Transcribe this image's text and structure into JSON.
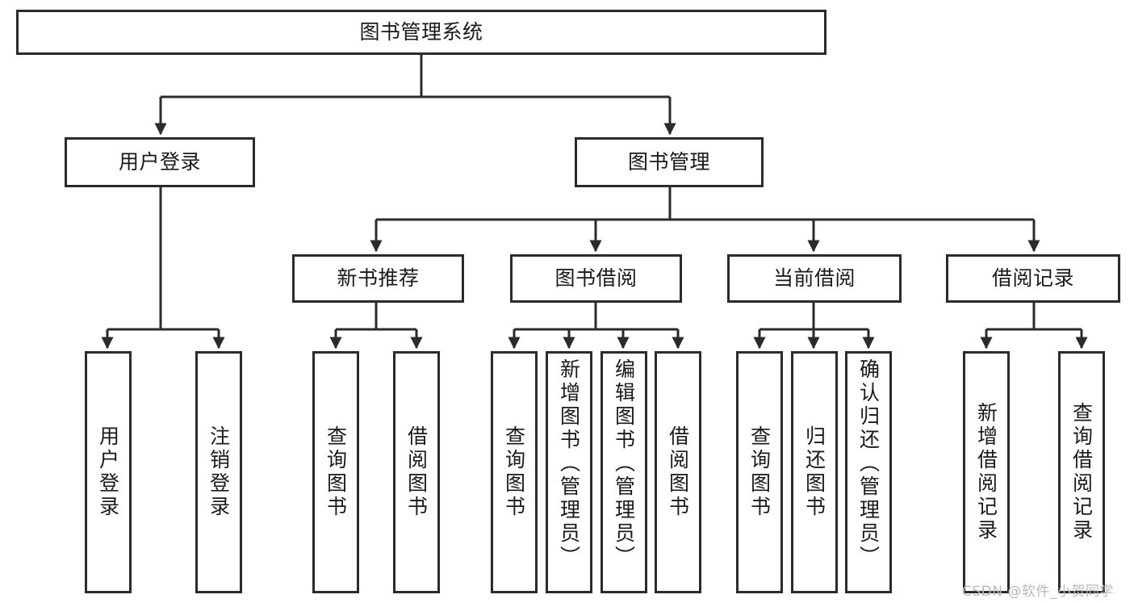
{
  "diagram": {
    "title": "图书管理系统",
    "type": "tree-hierarchy-chart",
    "watermark": "CSDN @软件_小贺同学",
    "colors": {
      "border": "#2b2b2b",
      "background": "#ffffff",
      "text": "#1a1a1a",
      "edge": "#2b2b2b",
      "watermark": "#b9b9b9"
    }
  },
  "nodes": {
    "root": {
      "label": "图书管理系统"
    },
    "level2": [
      {
        "id": "user-login",
        "label": "用户登录"
      },
      {
        "id": "book-manage",
        "label": "图书管理"
      }
    ],
    "level3": [
      {
        "id": "new-book-recommend",
        "label": "新书推荐"
      },
      {
        "id": "book-borrow",
        "label": "图书借阅"
      },
      {
        "id": "current-borrow",
        "label": "当前借阅"
      },
      {
        "id": "borrow-record",
        "label": "借阅记录"
      }
    ],
    "leaves": {
      "user-login": [
        {
          "id": "leaf-user-login",
          "label": "用户登录"
        },
        {
          "id": "leaf-logout-login",
          "label": "注销登录"
        }
      ],
      "new-book-recommend": [
        {
          "id": "leaf-query-book-1",
          "label": "查询图书"
        },
        {
          "id": "leaf-borrow-book-1",
          "label": "借阅图书"
        }
      ],
      "book-borrow": [
        {
          "id": "leaf-query-book-2",
          "label": "查询图书"
        },
        {
          "id": "leaf-add-book",
          "label": "新增图书（管理员）"
        },
        {
          "id": "leaf-edit-book",
          "label": "编辑图书（管理员）"
        },
        {
          "id": "leaf-borrow-book-2",
          "label": "借阅图书"
        }
      ],
      "current-borrow": [
        {
          "id": "leaf-query-book-3",
          "label": "查询图书"
        },
        {
          "id": "leaf-return-book",
          "label": "归还图书"
        },
        {
          "id": "leaf-confirm-return",
          "label": "确认归还（管理员）"
        }
      ],
      "borrow-record": [
        {
          "id": "leaf-add-record",
          "label": "新增借阅记录"
        },
        {
          "id": "leaf-query-record",
          "label": "查询借阅记录"
        }
      ]
    }
  }
}
